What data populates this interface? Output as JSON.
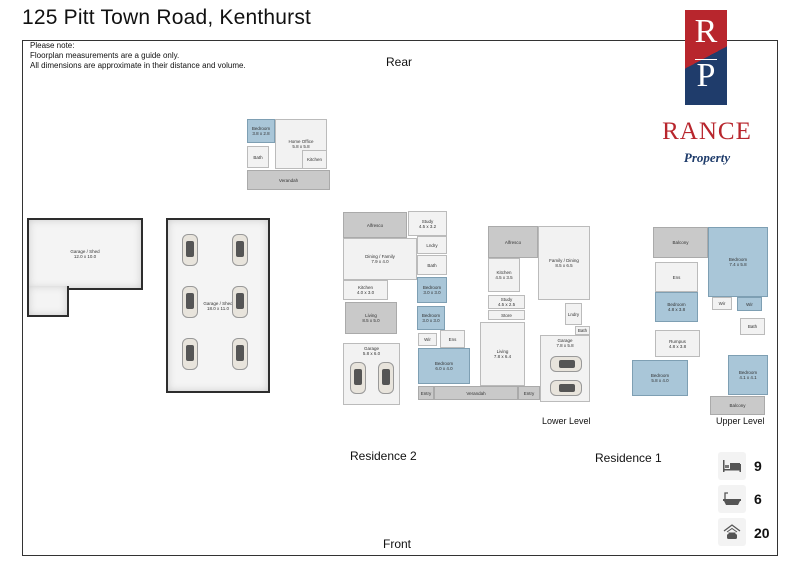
{
  "title": "125 Pitt Town Road, Kenthurst",
  "note": [
    "Please note:",
    "Floorplan measurements are a guide only.",
    "All dimensions are approximate in their distance and volume."
  ],
  "labels": {
    "rear": "Rear",
    "front": "Front",
    "residence2": "Residence 2",
    "residence1": "Residence 1",
    "lower_level": "Lower Level",
    "upper_level": "Upper Level"
  },
  "logo": {
    "monogram_top": "R",
    "monogram_bottom": "P",
    "name": "RANCE",
    "sub": "Property",
    "colors": {
      "red": "#b8262d",
      "navy": "#1f3c6b"
    }
  },
  "stats": [
    {
      "icon": "bed-icon",
      "value": "9"
    },
    {
      "icon": "bath-icon",
      "value": "6"
    },
    {
      "icon": "garage-icon",
      "value": "20"
    }
  ],
  "rooms": [
    {
      "id": "ho-bed",
      "name": "Bedroom",
      "dims": "3.8 x 2.8"
    },
    {
      "id": "ho-office",
      "name": "Home Office",
      "dims": "5.8 x 5.8"
    },
    {
      "id": "ho-bath",
      "name": "Bath",
      "dims": ""
    },
    {
      "id": "ho-kitchen",
      "name": "Kitchen",
      "dims": ""
    },
    {
      "id": "ho-verandah",
      "name": "Verandah",
      "dims": ""
    },
    {
      "id": "shed1",
      "name": "Garage / Shed",
      "dims": "12.0 x 10.0"
    },
    {
      "id": "shed2",
      "name": "Garage / Shed",
      "dims": "18.0 x 11.0"
    },
    {
      "id": "r2-alfresco",
      "name": "Alfresco",
      "dims": ""
    },
    {
      "id": "r2-study",
      "name": "Study",
      "dims": "4.5 x 3.2"
    },
    {
      "id": "r2-dining",
      "name": "Dining / Family",
      "dims": "7.9 x 4.0"
    },
    {
      "id": "r2-kitchen",
      "name": "Kitchen",
      "dims": "4.0 x 3.0"
    },
    {
      "id": "r2-lndry",
      "name": "Lndry",
      "dims": ""
    },
    {
      "id": "r2-bath",
      "name": "Bath",
      "dims": ""
    },
    {
      "id": "r2-bed1",
      "name": "Bedroom",
      "dims": "3.0 x 3.0"
    },
    {
      "id": "r2-bed2",
      "name": "Bedroom",
      "dims": "3.0 x 3.0"
    },
    {
      "id": "r2-living",
      "name": "Living",
      "dims": "8.5 x 5.0"
    },
    {
      "id": "r2-garage",
      "name": "Garage",
      "dims": "5.8 x 6.0"
    },
    {
      "id": "r2-wir",
      "name": "Wir",
      "dims": ""
    },
    {
      "id": "r2-ens",
      "name": "Ens",
      "dims": ""
    },
    {
      "id": "r2-bed3",
      "name": "Bedroom",
      "dims": "6.0 x 4.0"
    },
    {
      "id": "r2-entry",
      "name": "Entry",
      "dims": ""
    },
    {
      "id": "r2-verandah",
      "name": "Verandah",
      "dims": ""
    },
    {
      "id": "r1-alfresco",
      "name": "Alfresco",
      "dims": ""
    },
    {
      "id": "r1-family",
      "name": "Family / Dining",
      "dims": "8.5 x 6.5"
    },
    {
      "id": "r1-kitchen",
      "name": "Kitchen",
      "dims": "4.5 x 3.5"
    },
    {
      "id": "r1-study",
      "name": "Study",
      "dims": "4.5 x 2.5"
    },
    {
      "id": "r1-store",
      "name": "Store",
      "dims": ""
    },
    {
      "id": "r1-living",
      "name": "Living",
      "dims": "7.8 x 6.4"
    },
    {
      "id": "r1-lndry",
      "name": "Lndry",
      "dims": ""
    },
    {
      "id": "r1-bath",
      "name": "Bath",
      "dims": ""
    },
    {
      "id": "r1-garage",
      "name": "Garage",
      "dims": "7.8 x 5.8"
    },
    {
      "id": "r1-entry",
      "name": "Entry",
      "dims": ""
    },
    {
      "id": "u-balcony1",
      "name": "Balcony",
      "dims": ""
    },
    {
      "id": "u-master",
      "name": "Bedroom",
      "dims": "7.4 x 5.8"
    },
    {
      "id": "u-ens",
      "name": "Ens",
      "dims": ""
    },
    {
      "id": "u-bed1",
      "name": "Bedroom",
      "dims": "4.8 x 3.8"
    },
    {
      "id": "u-wir1",
      "name": "Wir",
      "dims": ""
    },
    {
      "id": "u-wir2",
      "name": "Wir",
      "dims": ""
    },
    {
      "id": "u-bath",
      "name": "Bath",
      "dims": ""
    },
    {
      "id": "u-rumpus",
      "name": "Rumpus",
      "dims": "4.8 x 3.8"
    },
    {
      "id": "u-bed2",
      "name": "Bedroom",
      "dims": "5.8 x 4.0"
    },
    {
      "id": "u-bed3",
      "name": "Bedroom",
      "dims": "4.1 x 4.1"
    },
    {
      "id": "u-balcony2",
      "name": "Balcony",
      "dims": ""
    }
  ]
}
